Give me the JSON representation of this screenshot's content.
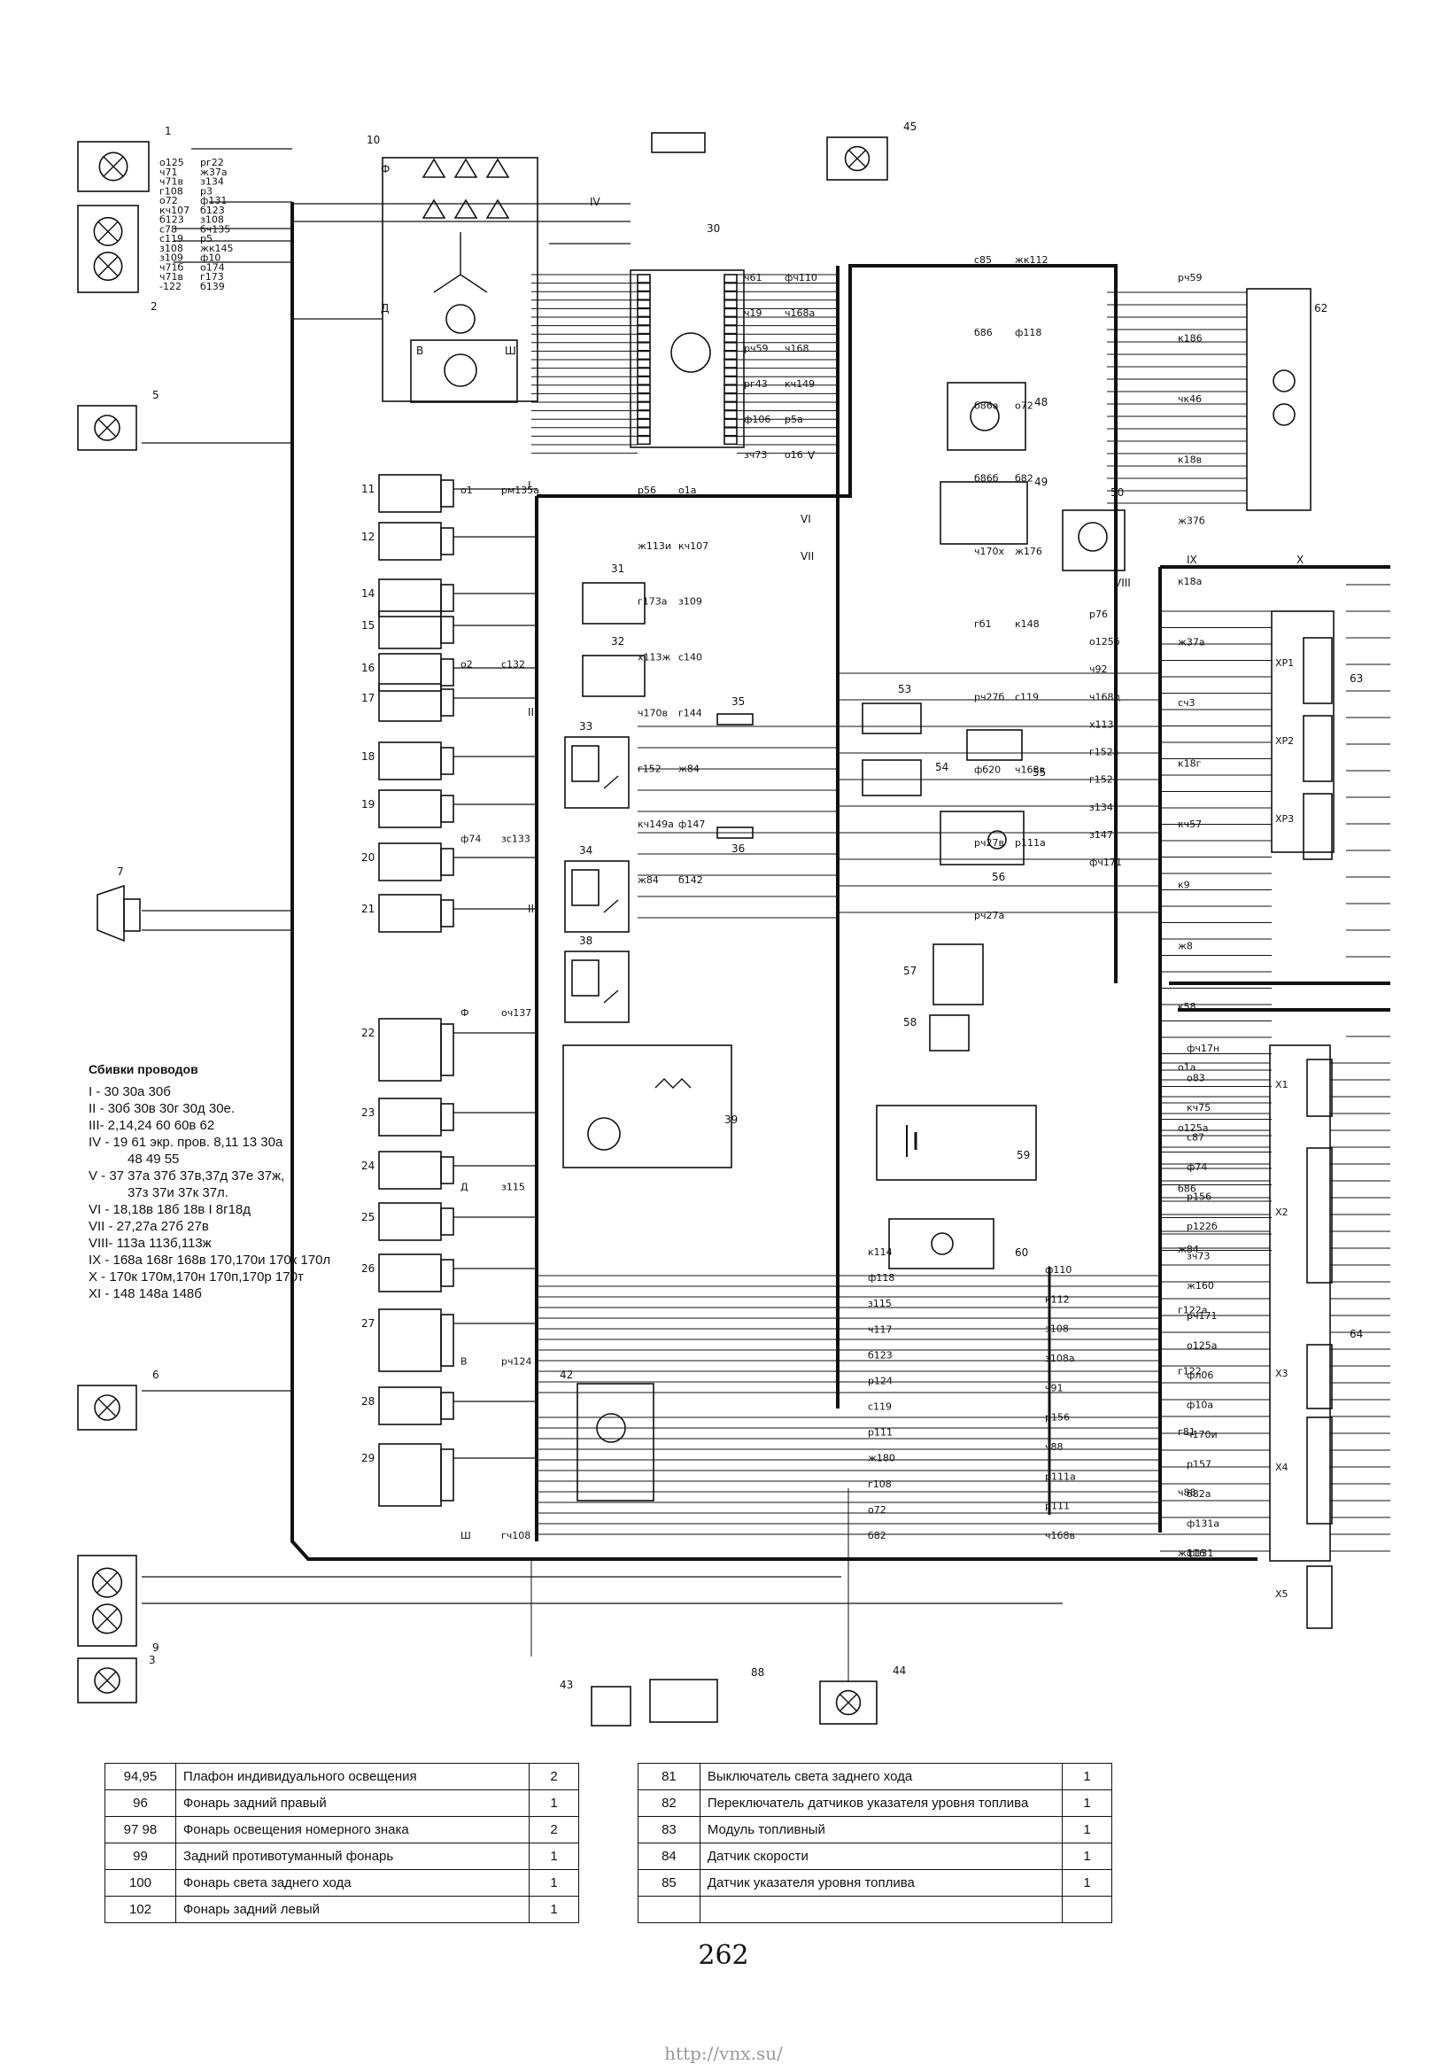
{
  "colors": {
    "ink": "#111111",
    "paper": "#ffffff",
    "url": "#999999"
  },
  "legend": {
    "title": "Сбивки проводов",
    "items": [
      "I - 30 30а 30б",
      "II - 30б 30в 30г 30д 30е.",
      "III- 2,14,24 60 60в 62",
      "IV - 19 61 экр. пров. 8,11 13 30а",
      "48 49 55",
      "V - 37 37а 37б 37в,37д 37е 37ж,",
      "37з 37и 37к 37л.",
      "VI - 18,18в 18б 18в I 8г18д",
      "VII - 27,27а 27б 27в",
      "VIII- 113а 113б,113ж",
      "IX - 168а 168г 168в 170,170и 170к 170л",
      "X - 170к 170м,170н 170п,170р 170т",
      "XI - 148 148а 148б"
    ]
  },
  "components": [
    {
      "id": "1",
      "kind": "lamp"
    },
    {
      "id": "2",
      "kind": "lamp2"
    },
    {
      "id": "5",
      "kind": "lamp"
    },
    {
      "id": "6",
      "kind": "lamp"
    },
    {
      "id": "3",
      "kind": "lamp2"
    },
    {
      "id": "9",
      "kind": "lamp"
    },
    {
      "id": "7",
      "kind": "horn"
    },
    {
      "id": "10",
      "kind": "generator"
    },
    {
      "id": "30",
      "kind": "ecu"
    },
    {
      "id": "45",
      "kind": "lamp"
    },
    {
      "id": "48",
      "kind": "motor"
    },
    {
      "id": "49",
      "kind": "valve"
    },
    {
      "id": "50",
      "kind": "motor"
    },
    {
      "id": "62",
      "kind": "switch"
    },
    {
      "id": "63",
      "kind": "block"
    },
    {
      "id": "64",
      "kind": "block"
    },
    {
      "id": "31",
      "kind": "block"
    },
    {
      "id": "32",
      "kind": "block"
    },
    {
      "id": "33",
      "kind": "relay"
    },
    {
      "id": "34",
      "kind": "relay"
    },
    {
      "id": "35",
      "kind": "fuse"
    },
    {
      "id": "36",
      "kind": "fuse"
    },
    {
      "id": "38",
      "kind": "relay"
    },
    {
      "id": "39",
      "kind": "starter"
    },
    {
      "id": "42",
      "kind": "module"
    },
    {
      "id": "43",
      "kind": "switch"
    },
    {
      "id": "44",
      "kind": "lamp"
    },
    {
      "id": "88",
      "kind": "switch"
    },
    {
      "id": "53",
      "kind": "switch"
    },
    {
      "id": "54",
      "kind": "sensor"
    },
    {
      "id": "55",
      "kind": "sensor"
    },
    {
      "id": "56",
      "kind": "sensor"
    },
    {
      "id": "57",
      "kind": "block"
    },
    {
      "id": "58",
      "kind": "switch"
    },
    {
      "id": "59",
      "kind": "battery"
    },
    {
      "id": "60",
      "kind": "lamp"
    },
    {
      "id": "11",
      "kind": "plug"
    },
    {
      "id": "12",
      "kind": "plug"
    },
    {
      "id": "14",
      "kind": "plug"
    },
    {
      "id": "15",
      "kind": "plug"
    },
    {
      "id": "16",
      "kind": "plug"
    },
    {
      "id": "17",
      "kind": "plug"
    },
    {
      "id": "18",
      "kind": "plug"
    },
    {
      "id": "19",
      "kind": "plug"
    },
    {
      "id": "20",
      "kind": "plug"
    },
    {
      "id": "21",
      "kind": "plug"
    },
    {
      "id": "22",
      "kind": "plug"
    },
    {
      "id": "23",
      "kind": "plug"
    },
    {
      "id": "24",
      "kind": "plug"
    },
    {
      "id": "25",
      "kind": "plug"
    },
    {
      "id": "26",
      "kind": "plug"
    },
    {
      "id": "27",
      "kind": "plug"
    },
    {
      "id": "28",
      "kind": "plug"
    },
    {
      "id": "29",
      "kind": "plug"
    }
  ],
  "bundles": [
    "I",
    "II",
    "III",
    "IV",
    "V",
    "VI",
    "VII",
    "VIII",
    "IX",
    "X"
  ],
  "connectors": [
    "XP1",
    "XP2",
    "XP3",
    "X1",
    "X2",
    "X3",
    "X4",
    "X5"
  ],
  "wire_labels": [
    "о125",
    "ч71",
    "ч71в",
    "г108",
    "о72",
    "кч107",
    "б123",
    "с78",
    "с119",
    "з108",
    "з109",
    "ч71б",
    "ч71в",
    "-122",
    "о1",
    "о2",
    "ф74",
    "Ф",
    "Д",
    "В",
    "Ш",
    "ч61",
    "ч19",
    "рч59",
    "рг43",
    "ф106",
    "зч73",
    "р56",
    "ж113и",
    "г173а",
    "х113ж",
    "ч170в",
    "г152",
    "кч149а",
    "ж84",
    "с85",
    "б86",
    "б86а",
    "б86б",
    "ч170х",
    "гб1",
    "рч27б",
    "фб20",
    "рч27в",
    "рч27а",
    "рч59",
    "к186",
    "чк46",
    "к18в",
    "ж37б",
    "к18а",
    "ж37а",
    "сч3",
    "к18г",
    "кч57",
    "к9",
    "ж8",
    "к58",
    "о1а",
    "о125а",
    "б86",
    "ж84",
    "г122а",
    "г122",
    "г81",
    "ч88",
    "ж116",
    "к114",
    "ф118",
    "з115",
    "ч117",
    "б123",
    "р124",
    "с119",
    "р111",
    "ж180",
    "г108",
    "о72",
    "б82",
    "ф110",
    "к112",
    "з108",
    "з108а",
    "ч91",
    "р156",
    "ч88",
    "р111а",
    "р111",
    "ч168в",
    "р76",
    "о125б",
    "ч92",
    "ч168д",
    "х113",
    "г152а",
    "г152",
    "з134",
    "з147",
    "фч171",
    "фч17н",
    "о83",
    "кч75",
    "с87",
    "ф74",
    "р156",
    "р122б",
    "зч73",
    "ж160",
    "рч171",
    "о125а",
    "фл06",
    "ф10а",
    "ч170и",
    "р157",
    "б82а",
    "ф131а",
    "ф131",
    "рг22",
    "ж37а",
    "з134",
    "р3",
    "ф131",
    "б123",
    "з108",
    "бч135",
    "р5",
    "жк145",
    "ф10",
    "о174",
    "г173",
    "б139",
    "рм135а",
    "с132",
    "зс133",
    "оч137",
    "з115",
    "рч124",
    "гч108",
    "фч110",
    "ч168а",
    "ч168",
    "кч149",
    "р5а",
    "о16",
    "о1а",
    "кч107",
    "з109",
    "с140",
    "г144",
    "ж84",
    "ф147",
    "б142",
    "жк112",
    "ф118",
    "о72",
    "б82",
    "ж176",
    "к148",
    "с119",
    "ч168в",
    "р111а"
  ],
  "table_left": [
    {
      "num": "94,95",
      "name": "Плафон индивидуального освещения",
      "qty": "2"
    },
    {
      "num": "96",
      "name": "Фонарь задний правый",
      "qty": "1"
    },
    {
      "num": "97 98",
      "name": "Фонарь освещения номерного знака",
      "qty": "2"
    },
    {
      "num": "99",
      "name": "Задний противотуманный фонарь",
      "qty": "1"
    },
    {
      "num": "100",
      "name": "Фонарь света заднего хода",
      "qty": "1"
    },
    {
      "num": "102",
      "name": "Фонарь задний левый",
      "qty": "1"
    }
  ],
  "table_right": [
    {
      "num": "81",
      "name": "Выключатель света заднего хода",
      "qty": "1"
    },
    {
      "num": "82",
      "name": "Переключатель датчиков указателя уровня топлива",
      "qty": "1"
    },
    {
      "num": "83",
      "name": "Модуль топливный",
      "qty": "1"
    },
    {
      "num": "84",
      "name": "Датчик скорости",
      "qty": "1"
    },
    {
      "num": "85",
      "name": "Датчик указателя уровня топлива",
      "qty": "1"
    },
    {
      "num": "",
      "name": "",
      "qty": ""
    }
  ],
  "page_number": "262",
  "footer_url": "http://vnx.su/"
}
